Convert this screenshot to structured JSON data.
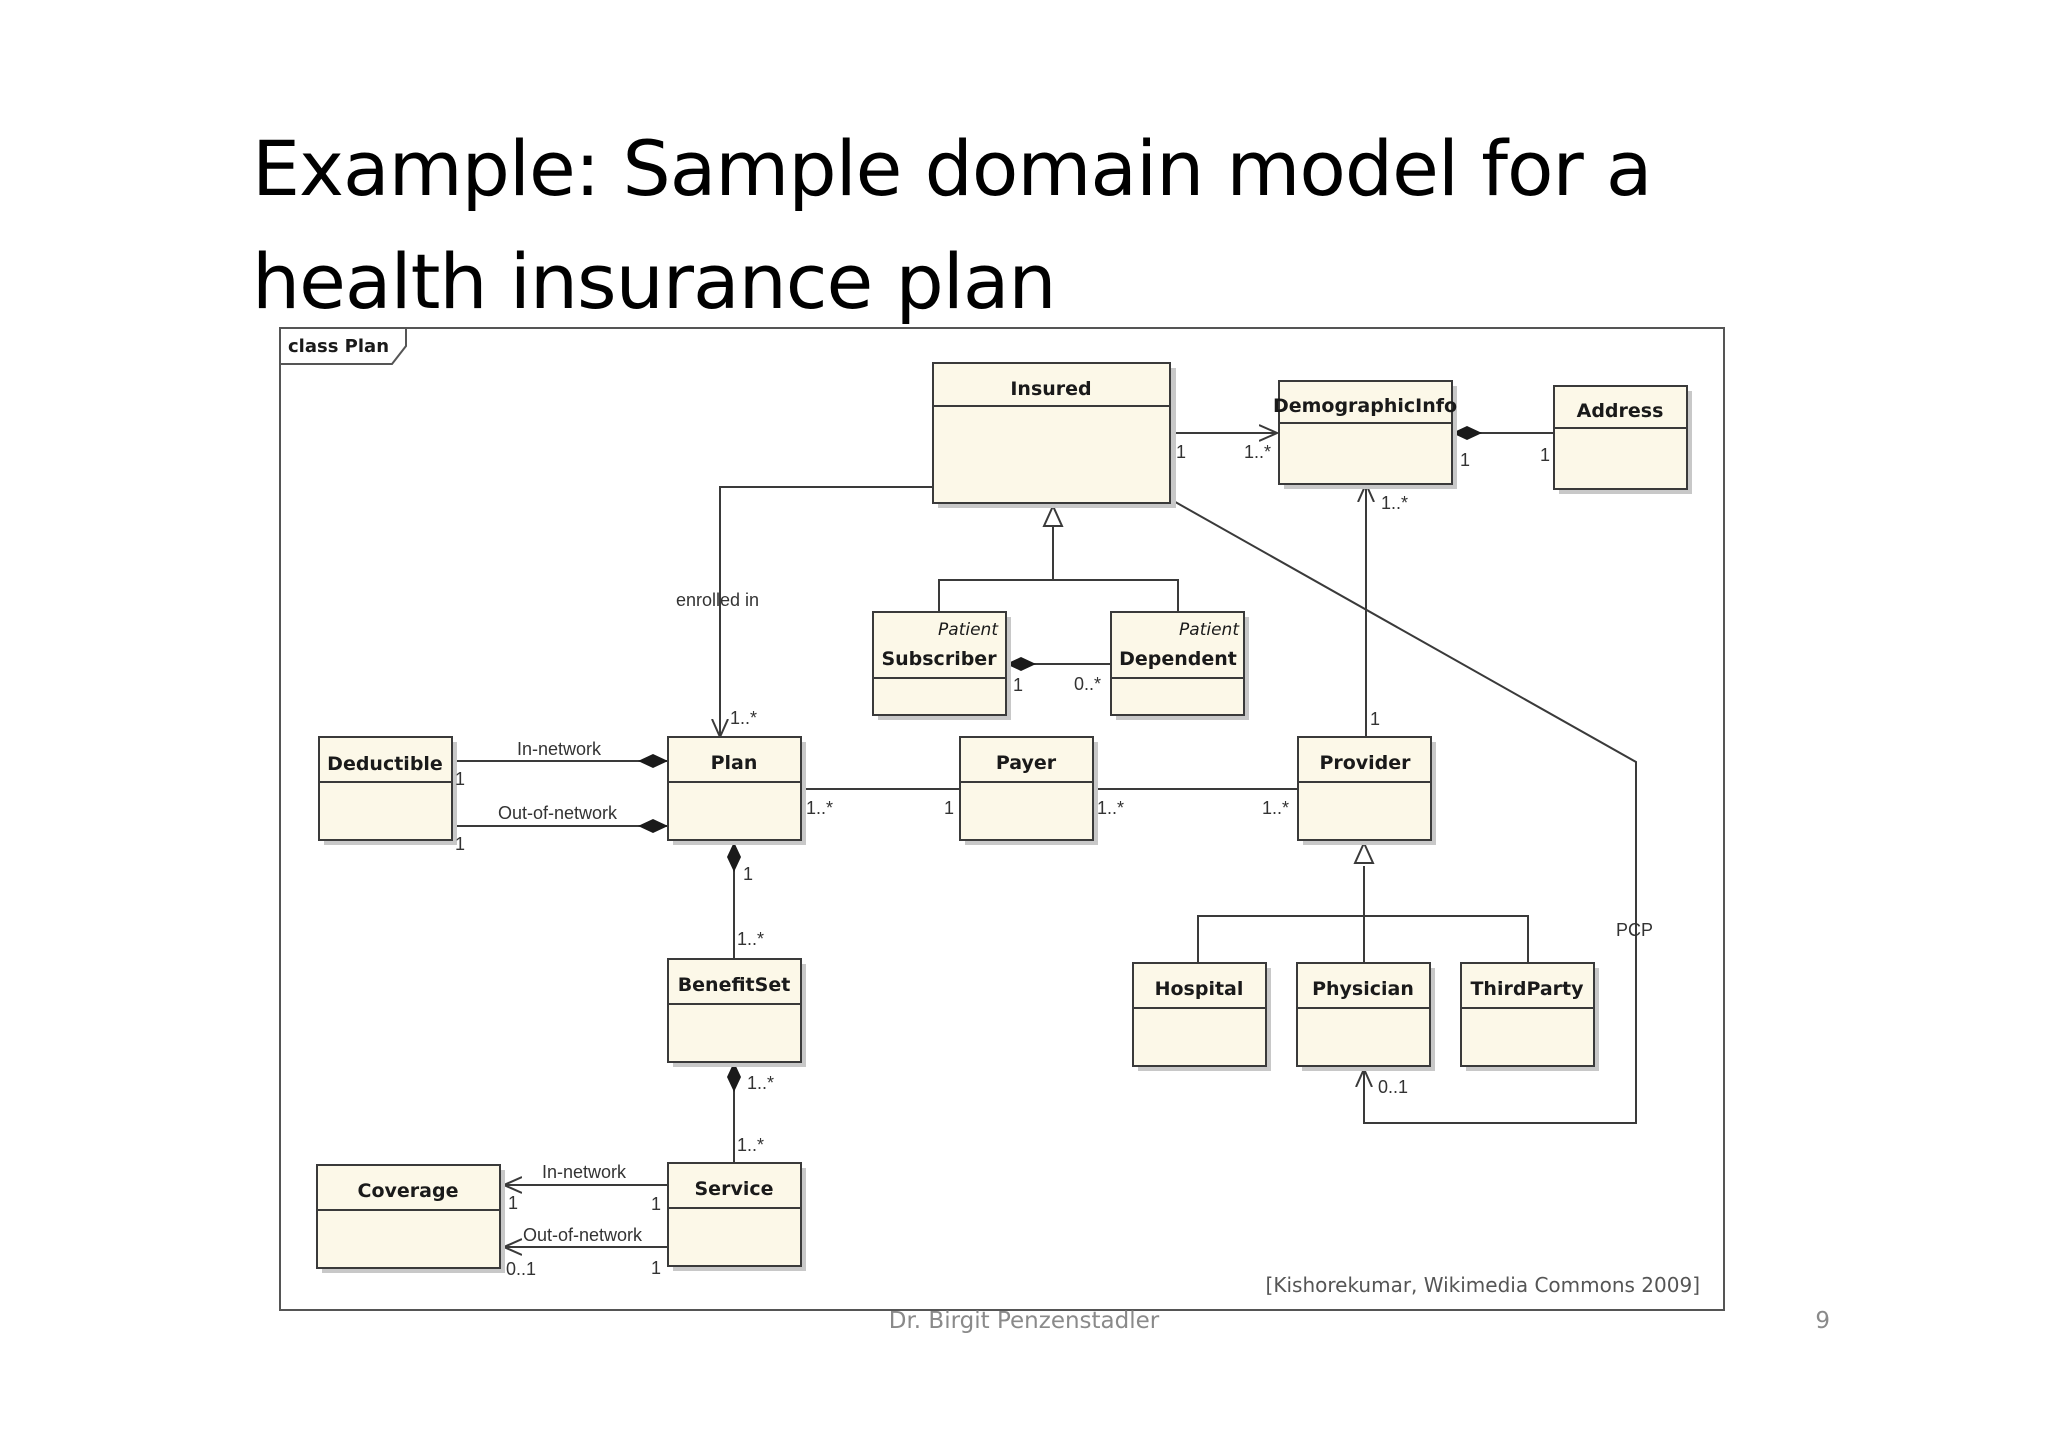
{
  "slide": {
    "title": "Example: Sample domain model for a health insurance plan",
    "author": "Dr. Birgit Penzenstadler",
    "page_number": "9"
  },
  "diagram": {
    "frame_label": "class Plan",
    "citation": "[Kishorekumar, Wikimedia Commons 2009]",
    "classes": {
      "insured": {
        "name": "Insured"
      },
      "demographic": {
        "name": "DemographicInfo"
      },
      "address": {
        "name": "Address"
      },
      "subscriber": {
        "name": "Subscriber",
        "stereotype": "Patient"
      },
      "dependent": {
        "name": "Dependent",
        "stereotype": "Patient"
      },
      "deductible": {
        "name": "Deductible"
      },
      "plan": {
        "name": "Plan"
      },
      "payer": {
        "name": "Payer"
      },
      "provider": {
        "name": "Provider"
      },
      "benefitset": {
        "name": "BenefitSet"
      },
      "hospital": {
        "name": "Hospital"
      },
      "physician": {
        "name": "Physician"
      },
      "thirdparty": {
        "name": "ThirdParty"
      },
      "coverage": {
        "name": "Coverage"
      },
      "service": {
        "name": "Service"
      }
    },
    "labels": {
      "enrolled_in": "enrolled in",
      "in_network_1": "In-network",
      "out_of_network_1": "Out-of-network",
      "in_network_2": "In-network",
      "out_of_network_2": "Out-of-network",
      "pcp": "PCP",
      "m_ins_demo_1": "1",
      "m_ins_demo_2": "1..*",
      "m_demo_addr_1": "1",
      "m_demo_addr_2": "1",
      "m_demo_prov": "1..*",
      "m_prov_demo": "1",
      "m_sub_dep_1": "1",
      "m_sub_dep_2": "0..*",
      "m_plan_enroll": "1..*",
      "m_ded_in": "1",
      "m_ded_out": "1",
      "m_plan_payer_1": "1..*",
      "m_plan_payer_2": "1",
      "m_payer_prov_1": "1..*",
      "m_payer_prov_2": "1..*",
      "m_plan_bs_1": "1",
      "m_plan_bs_2": "1..*",
      "m_bs_svc_1": "1..*",
      "m_bs_svc_2": "1..*",
      "m_cov_in_1": "1",
      "m_svc_in": "1",
      "m_cov_out": "0..1",
      "m_svc_out": "1",
      "m_phys_pcp": "0..1"
    }
  }
}
